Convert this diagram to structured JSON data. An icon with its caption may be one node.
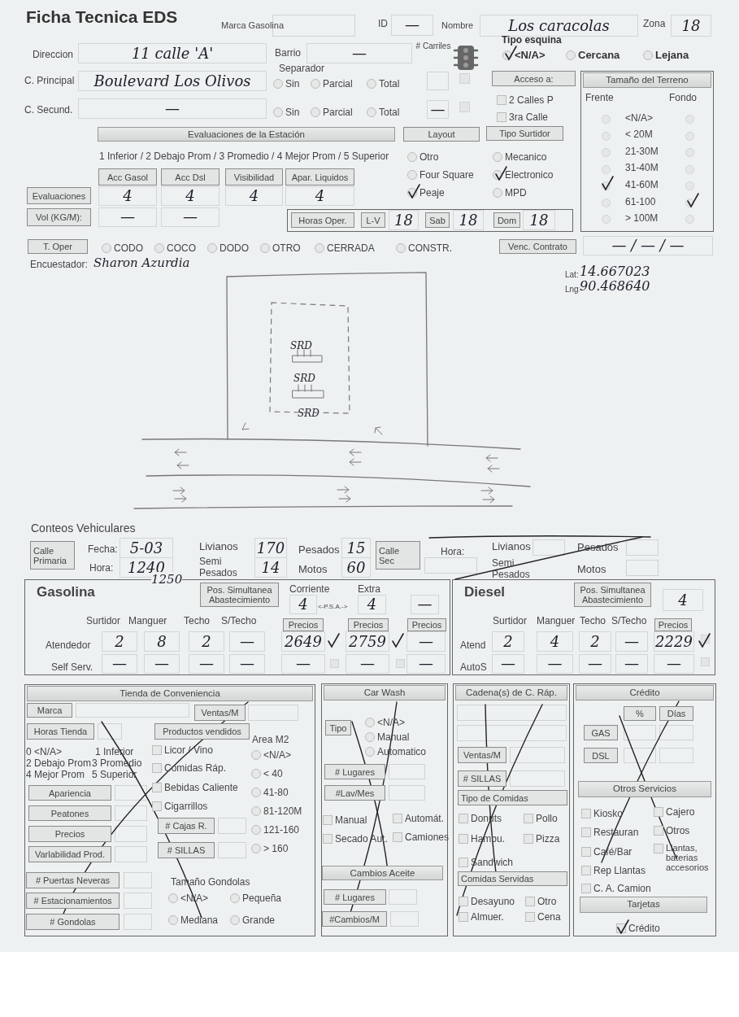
{
  "diagram": {
    "nodes": [
      {
        "text": [
          "Tamaño del Terreno"
        ]
      },
      {
        "text": [
          "Gasolina"
        ]
      },
      {
        "text": [
          "Diesel"
        ]
      },
      {
        "text": [
          "Tienda de Conveniencia"
        ]
      },
      {
        "text": [
          "Car Wash"
        ]
      },
      {
        "text": [
          "Cadena(s) de C. Ráp."
        ]
      },
      {
        "text": [
          "Crédito"
        ]
      }
    ],
    "labels": [
      "Ficha Tecnica EDS",
      "Marca Gasolina",
      "ID",
      "—",
      "Nombre",
      "Los caracolas",
      "Zona",
      "18",
      "Direccion",
      "11 calle 'A'",
      "Barrio",
      "—",
      "# Carriles",
      "Tipo esquina",
      "<N/A>",
      "Cercana",
      "Lejana",
      "Separador",
      "C. Principal",
      "Boulevard Los Olivos",
      "Sin",
      "Parcial",
      "Total",
      "Acceso a:",
      "2 Calles P",
      "C. Secund.",
      "—",
      "Sin",
      "Parcial",
      "Total",
      "—",
      "3ra Calle",
      "Frente",
      "Fondo",
      "<N/A>",
      "< 20M",
      "21-30M",
      "31-40M",
      "41-60M",
      "61-100",
      "> 100M",
      "Evaluaciones de la Estación",
      "Layout",
      "Tipo Surtidor",
      "1 Inferior / 2 Debajo Prom / 3 Promedio / 4 Mejor Prom / 5 Superior",
      "Otro",
      "Mecanico",
      "Acc Gasol",
      "Acc Dsl",
      "Visibilidad",
      "Apar. Liquidos",
      "Four Square",
      "Electronico",
      "Evaluaciones",
      "4",
      "4",
      "4",
      "4",
      "Peaje",
      "MPD",
      "Vol (KG/M):",
      "—",
      "—",
      "Horas Oper.",
      "L-V",
      "18",
      "Sab",
      "18",
      "Dom",
      "18",
      "T. Oper",
      "CODO",
      "COCO",
      "DODO",
      "OTRO",
      "CERRADA",
      "CONSTR.",
      "Venc. Contrato",
      "— / — / —",
      "Encuestador:",
      "Sharon Azurdia",
      "Lat:",
      "14.667023",
      "Lng:",
      "90.468640",
      "SRD",
      "SRD",
      "SRD",
      "Conteos Vehiculares",
      "Calle Primaria",
      "Fecha:",
      "5-03",
      "Livianos",
      "170",
      "Pesados",
      "15",
      "Calle Sec",
      "Hora:",
      "Livianos",
      "Pesados",
      "Hora:",
      "1240",
      "Semi Pesados",
      "14",
      "Motos",
      "60",
      "Semi Pesados",
      "Motos",
      "1250",
      "Pos. Simultanea Abastecimiento",
      "Corriente",
      "Extra",
      "4",
      "<-P.S.A.->",
      "4",
      "—",
      "Surtidor",
      "Manguer",
      "Techo",
      "S/Techo",
      "Precios",
      "Precios",
      "Precios",
      "Atendedor",
      "2",
      "8",
      "2",
      "—",
      "2649",
      "2759",
      "—",
      "Self Serv.",
      "—",
      "—",
      "—",
      "—",
      "—",
      "—",
      "—",
      "Pos. Simultanea Abastecimiento",
      "4",
      "Surtidor",
      "Manguer",
      "Techo",
      "S/Techo",
      "Precios",
      "Atend",
      "2",
      "4",
      "2",
      "—",
      "2229",
      "AutoS",
      "—",
      "—",
      "—",
      "—",
      "—",
      "Marca",
      "Ventas/M",
      "Horas Tienda",
      "Productos vendidos",
      "Area M2",
      "0 <N/A>",
      "1 Inferior",
      "Licor / Vino",
      "<N/A>",
      "2 Debajo Prom",
      "3 Promedio",
      "Comidas Ráp.",
      "4 Mejor Prom",
      "5 Superior",
      "< 40",
      "Bebidas Caliente",
      "Apariencia",
      "41-80",
      "Cigarrillos",
      "Peatones",
      "81-120M",
      "# Cajas R.",
      "121-160",
      "Precios",
      "# SILLAS",
      "> 160",
      "Varlabilidad Prod.",
      "# Puertas Neveras",
      "Tamaño Gondolas",
      "<N/A>",
      "Pequeña",
      "# Estacionamientos",
      "# Gondolas",
      "Mediana",
      "Grande",
      "Tipo",
      "<N/A>",
      "Manual",
      "Automatico",
      "# Lugares",
      "#Lav/Mes",
      "Manual",
      "Automát.",
      "Secado Aut.",
      "Camiones",
      "Cambios Aceite",
      "# Lugares",
      "#Cambios/M",
      "Ventas/M",
      "# SILLAS",
      "Tipo de Comidas",
      "Donuts",
      "Pollo",
      "Hambu.",
      "Pizza",
      "Sandwich",
      "Comidas Servidas",
      "Desayuno",
      "Otro",
      "Almuer.",
      "Cena",
      "%",
      "Días",
      "GAS",
      "DSL",
      "Otros Servicios",
      "Kiosko",
      "Cajero",
      "Restauran",
      "Otros",
      "Café/Bar",
      "Llantas, baterias accesorios",
      "Rep Llantas",
      "C. A. Camion",
      "Tarjetas",
      "Crédito"
    ]
  }
}
